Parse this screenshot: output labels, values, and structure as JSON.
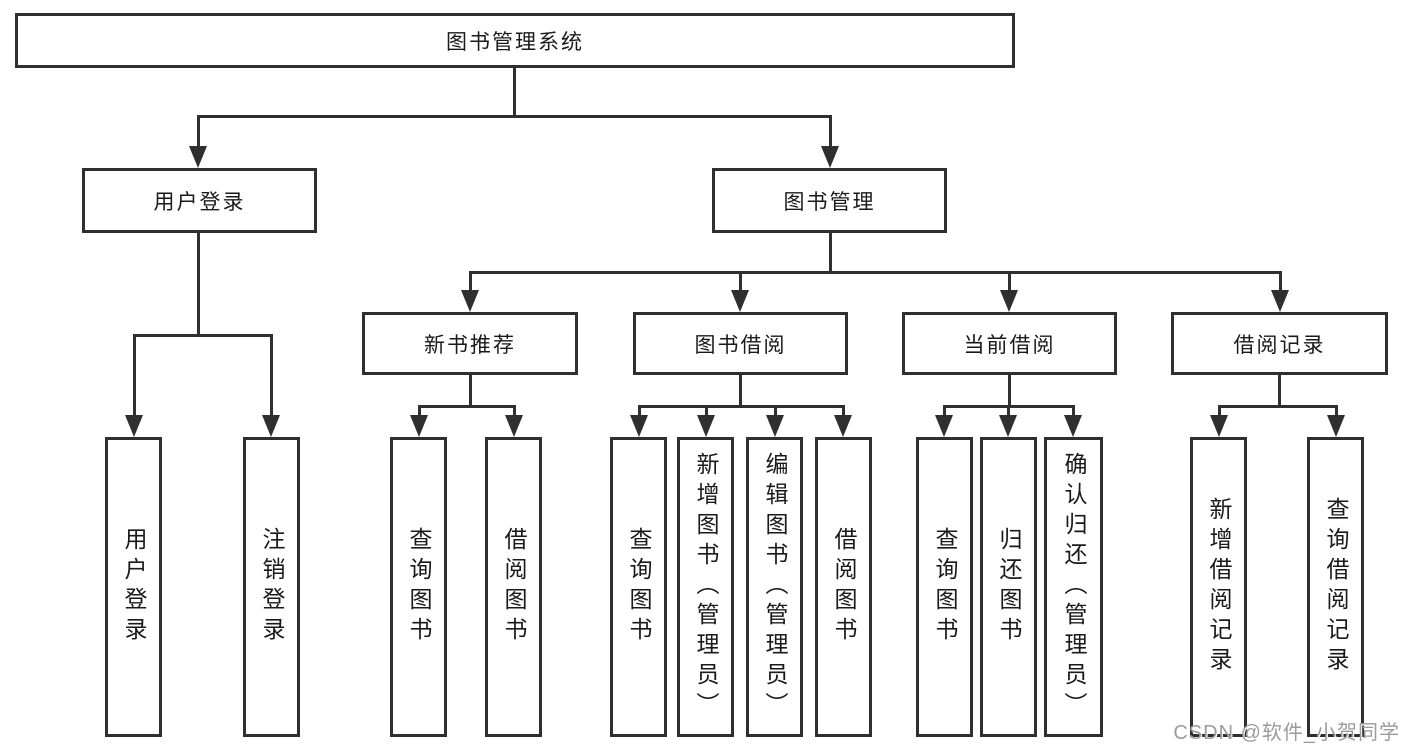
{
  "diagram": {
    "root": {
      "label": "图书管理系统"
    },
    "level2": [
      {
        "label": "用户登录"
      },
      {
        "label": "图书管理"
      }
    ],
    "level3": [
      {
        "label": "新书推荐"
      },
      {
        "label": "图书借阅"
      },
      {
        "label": "当前借阅"
      },
      {
        "label": "借阅记录"
      }
    ],
    "leaves": [
      {
        "label": "用户登录"
      },
      {
        "label": "注销登录"
      },
      {
        "label": "查询图书"
      },
      {
        "label": "借阅图书"
      },
      {
        "label": "查询图书"
      },
      {
        "label": "新增图书（管理员）"
      },
      {
        "label": "编辑图书（管理员）"
      },
      {
        "label": "借阅图书"
      },
      {
        "label": "查询图书"
      },
      {
        "label": "归还图书"
      },
      {
        "label": "确认归还（管理员）"
      },
      {
        "label": "新增借阅记录"
      },
      {
        "label": "查询借阅记录"
      }
    ],
    "colors": {
      "line": "#2f2f2f",
      "text": "#1a1a1a",
      "watermark": "#9b9b9b",
      "background": "#ffffff"
    }
  },
  "watermark": {
    "text": "CSDN @软件_小贺同学"
  }
}
